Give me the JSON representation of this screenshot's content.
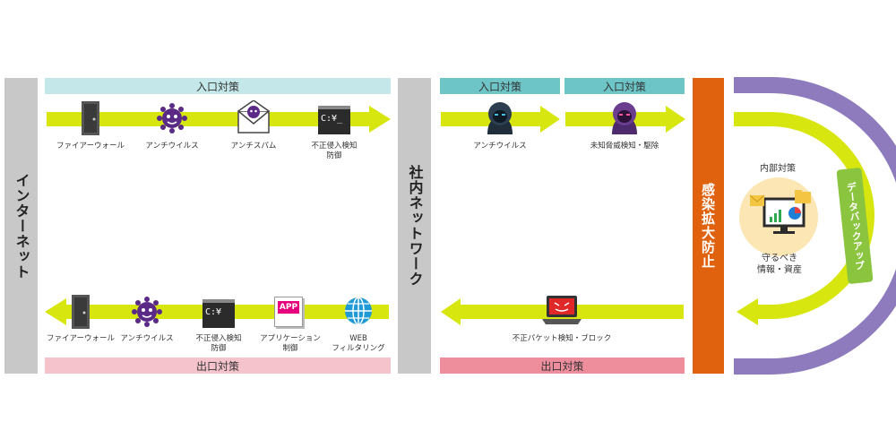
{
  "left_bar": {
    "label": "インターネット"
  },
  "middle_bar": {
    "label": "社内ネットワーク"
  },
  "spread_bar": {
    "label": "感染拡大防止"
  },
  "left_top": {
    "header": "入口対策",
    "items": [
      {
        "icon": "firewall-door-icon",
        "label": "ファイアーウォール"
      },
      {
        "icon": "virus-icon",
        "label": "アンチウイルス"
      },
      {
        "icon": "spam-mail-icon",
        "label": "アンチスパム"
      },
      {
        "icon": "terminal-icon",
        "label": "不正侵入検知\n防御"
      }
    ]
  },
  "left_bottom": {
    "header": "出口対策",
    "items": [
      {
        "icon": "firewall-door-icon",
        "label": "ファイアーウォール"
      },
      {
        "icon": "virus-icon",
        "label": "アンチウイルス"
      },
      {
        "icon": "terminal-icon",
        "label": "不正侵入検知\n防御"
      },
      {
        "icon": "app-icon",
        "label": "アプリケーション\n制御"
      },
      {
        "icon": "globe-icon",
        "label": "WEB\nフィルタリング"
      }
    ]
  },
  "terminal_text": "C:¥_",
  "terminal_text2": "C:¥",
  "app_text": "APP",
  "middle_top": {
    "header1": "入口対策",
    "header2": "入口対策",
    "item1": {
      "icon": "hacker-icon",
      "label": "アンチウイルス"
    },
    "item2": {
      "icon": "hacker-purple-icon",
      "label": "未知脅威検知・駆除"
    }
  },
  "middle_bottom": {
    "header": "出口対策",
    "item": {
      "icon": "infected-laptop-icon",
      "label": "不正パケット検知・ブロック"
    }
  },
  "right": {
    "internal_title": "内部対策",
    "assets_label": "守るべき\n情報・資産",
    "backup_label": "データバックアップ",
    "exit_label": "出口対策"
  },
  "colors": {
    "arrow": "#d7e60f",
    "gray_bar": "#c8c8c8",
    "orange_bar": "#e0620f",
    "purple": "#8e7bbd",
    "backup_green": "#8bc53f",
    "teal_header": "#6dc5c8",
    "light_teal_header": "#c4e8ea",
    "pink_footer": "#f5c3cb",
    "deep_pink_footer": "#ee8e9c",
    "asset_circle": "#fce6b4"
  }
}
